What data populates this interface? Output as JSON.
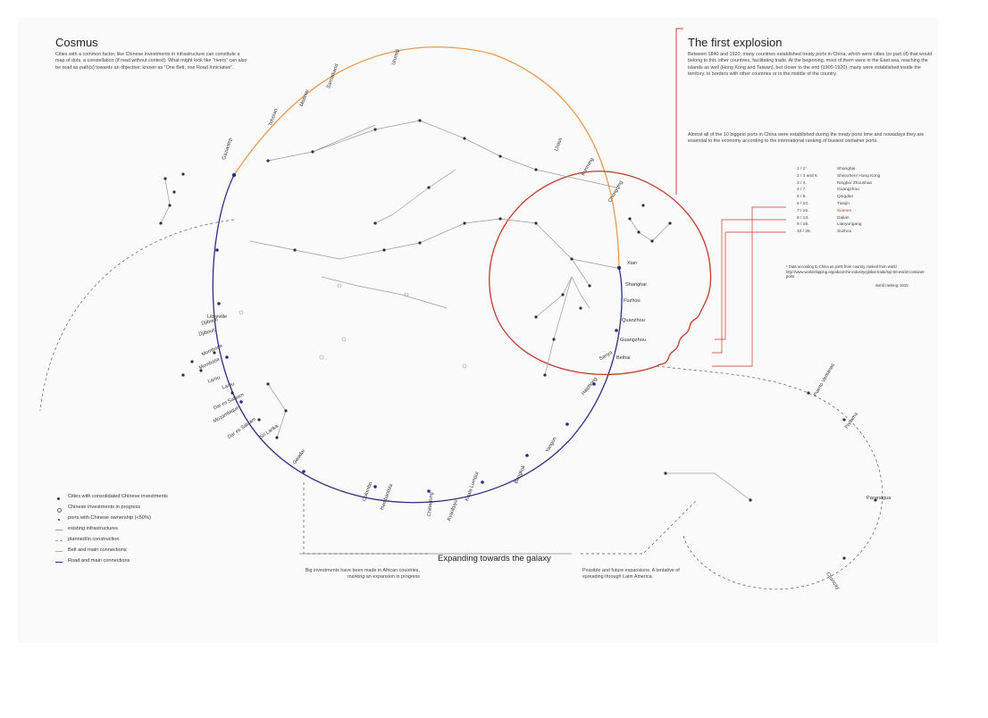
{
  "left_panel": {
    "title": "Cosmus",
    "text": "Cities with a common factor, like Chinese investments in infrastructure can constitute a map of dots, a constellation (if read without context). What might look like \"rivers\" can also be read as path(s) towards an objective: known as \"One Belt, one Road Inniciative\"."
  },
  "right_panel": {
    "title": "The first explosion",
    "text1": "Between 1840 and 1920, many countries established treaty ports in China, which were cities (or part of) that would belong to this other countries, facilitating trade. At the beginning, most of them were in the East sea, reaching the islands as well (Hong Kong and Taiwan), but closer to the end (1900-1920), many were established inside the territory. In borders with other countries or in the middle of the country.",
    "text2": "Almost all of the 10 biggest ports in China were established during the treaty ports time and nowadays they are essential to the economy according to the international ranking of busiest container ports.",
    "ports": [
      {
        "rank": "1 / 1°.",
        "name": "Shanghai"
      },
      {
        "rank": "2 / 3 and 6.",
        "name": "Shenzhen/ Hong Kong"
      },
      {
        "rank": "3 / 4.",
        "name": "Ningbo/ Zhoushan"
      },
      {
        "rank": "4 / 7.",
        "name": "Guangzhou"
      },
      {
        "rank": "5 / 8.",
        "name": "Qingdao"
      },
      {
        "rank": "6 / 10.",
        "name": "Tianjin"
      },
      {
        "rank": "7 / 15.",
        "name": "Xiamen",
        "highlight": true
      },
      {
        "rank": "8 / 13.",
        "name": "Dalian"
      },
      {
        "rank": "9 / 18.",
        "name": "Lianyungang"
      },
      {
        "rank": "10 / 26.",
        "name": "Suzhou"
      }
    ],
    "footnote1": "* Data according to China as ports from country, ranked from world",
    "footnote2": "http://www.worldshipping.org/about-the-industry/global-trade/top-50-world-container-ports",
    "footnote3": "world ranking: 2015"
  },
  "bottom": {
    "galaxy_title": "Expanding towards the galaxy",
    "africa_text": "Big investments have been made in African countries, marking an expansion in progress",
    "latam_text": "Possible and future expansions. A tentative of spreading through Latin America."
  },
  "legend": [
    {
      "label": "Cities with consolidated Chinese investments",
      "style": "dot"
    },
    {
      "label": "Chinese investments in progress",
      "style": "open"
    },
    {
      "label": "ports with Chinese ownership (<50%)",
      "style": "small"
    },
    {
      "label": "existing infrastructures",
      "style": "grey-line"
    },
    {
      "label": "planned/in construction",
      "style": "grey-dash"
    },
    {
      "label": "Belt and main connections",
      "style": "orange-line"
    },
    {
      "label": "Road and main connections",
      "style": "blue-line"
    }
  ],
  "cities": {
    "belt": [
      "Gaziantep",
      "Teheran",
      "Moscou",
      "Samarkand",
      "Urumqi"
    ],
    "road": [
      "Djibouti",
      "Mombasa",
      "Dar es Salaam",
      "Lamu",
      "Sri Lanka",
      "Gwadar",
      "Colombo",
      "Hambantota",
      "Chittagong",
      "Kyaukpyu",
      "Kuala Lumpur",
      "Bangkok",
      "Yangon",
      "Haiphong",
      "Sanya"
    ],
    "china": [
      "Xian",
      "Shanghai",
      "Fuzhou",
      "Quanzhou",
      "Guangzhou",
      "Beihai",
      "Kunming",
      "Chongqing",
      "Lhasa"
    ],
    "africa": [
      "Libreville",
      "Djibouti",
      "Mombasa",
      "Lamu",
      "Mozambique",
      "Dar es Salaam"
    ],
    "latam": [
      "Puerto Ventanas",
      "Panama",
      "Paranagua",
      "Chancay"
    ]
  },
  "colors": {
    "belt": "#e89a54",
    "road": "#2b2f80",
    "treaty_circle": "#c0392b",
    "infrastructure": "#999999"
  }
}
